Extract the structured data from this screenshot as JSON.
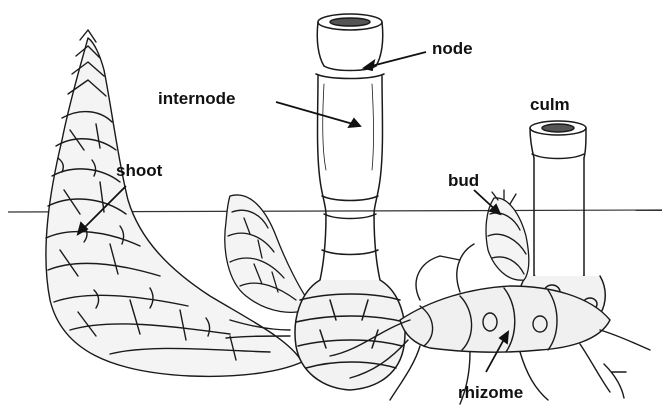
{
  "labels": {
    "node": "node",
    "internode": "internode",
    "culm": "culm",
    "shoot": "shoot",
    "bud": "bud",
    "rhizome": "rhizome"
  },
  "colors": {
    "ink": "#1a1a1a",
    "background": "#ffffff"
  }
}
